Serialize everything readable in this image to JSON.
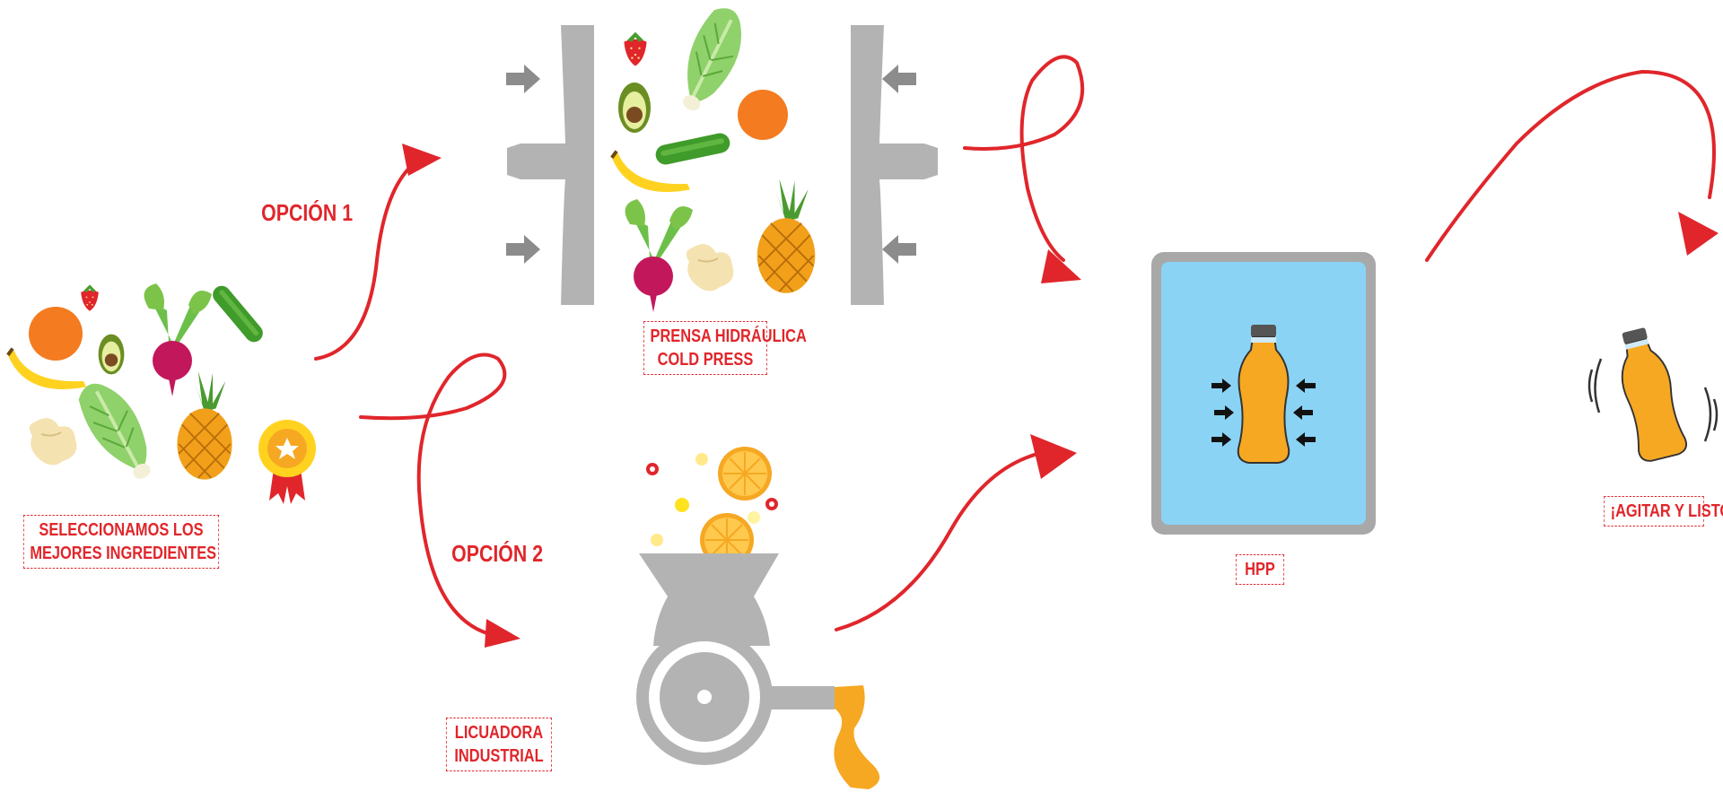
{
  "steps": {
    "select": {
      "line1": "SELECCIONAMOS LOS",
      "line2": "MEJORES INGREDIENTES"
    },
    "press": {
      "line1": "PRENSA HIDRÁULICA",
      "line2": "COLD PRESS"
    },
    "blender": {
      "line1": "LICUADORA",
      "line2": "INDUSTRIAL"
    },
    "hpp": {
      "label": "HPP"
    },
    "done": {
      "label": "¡AGITAR Y LISTO!"
    }
  },
  "options": {
    "option1": "OPCIÓN 1",
    "option2": "OPCIÓN 2"
  },
  "colors": {
    "accent_red": "#e0262b",
    "machine_gray": "#b3b3b3",
    "arrow_gray": "#8c8c8c",
    "hpp_blue": "#8ad3f5",
    "juice_orange": "#f6a823",
    "leaf_green": "#7cc34a",
    "beet_magenta": "#c2185b"
  }
}
